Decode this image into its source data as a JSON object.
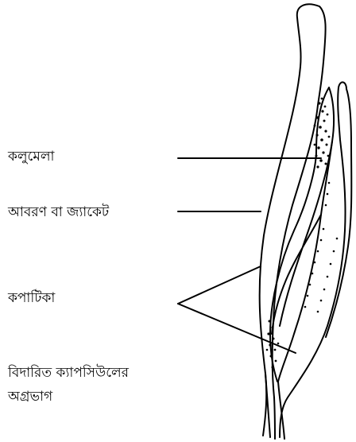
{
  "labels": {
    "columella": "কলুমেলা",
    "jacket": "আবরণ বা জ্যাকেট",
    "valves": "কপাটিকা",
    "apex_line1": "বিদারিত ক্যাপসিউলের",
    "apex_line2": "অগ্রভাগ"
  },
  "colors": {
    "ink": "#000000",
    "background": "#ffffff"
  }
}
